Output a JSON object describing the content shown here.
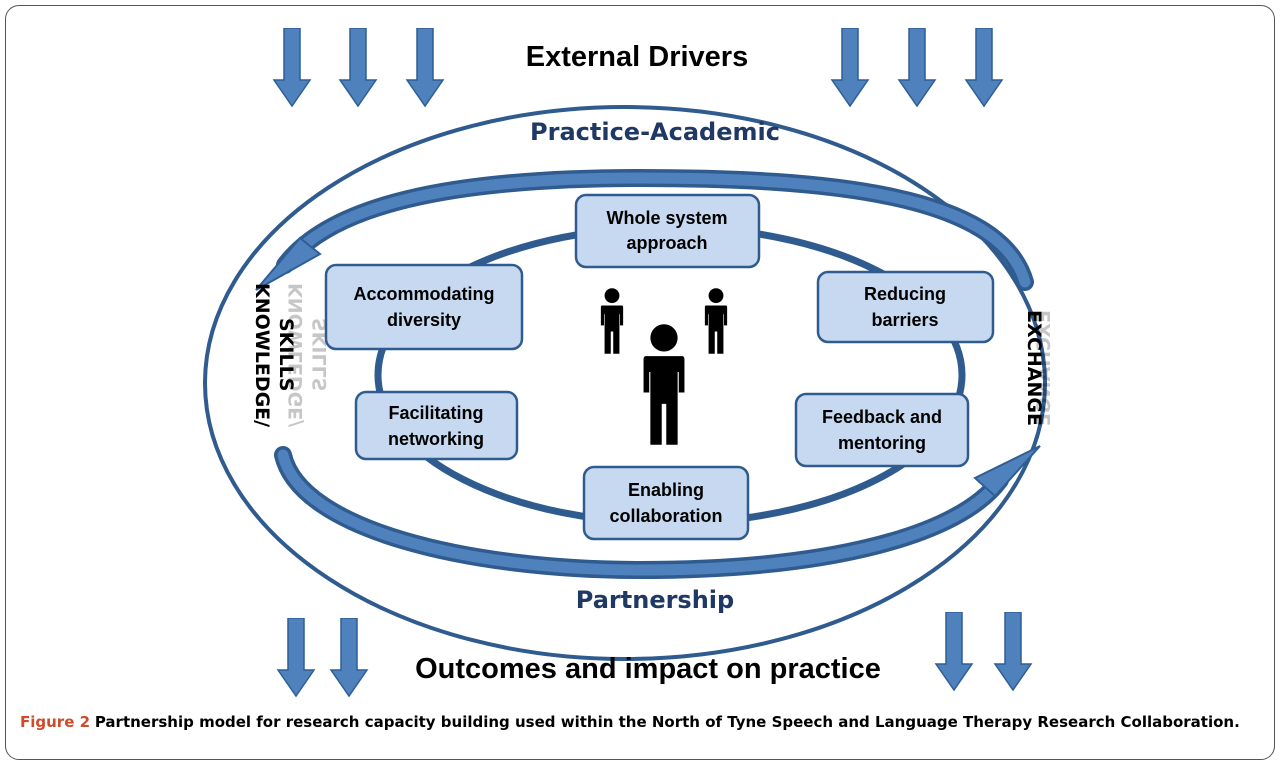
{
  "diagram": {
    "external_drivers": "External Drivers",
    "outcomes": "Outcomes and impact on practice",
    "outer_ring_top": "Practice-Academic",
    "outer_ring_bottom": "Partnership",
    "left_side": [
      "KNOWLEDGE/",
      "SKILLS"
    ],
    "right_side": "EXCHANGE",
    "boxes": {
      "whole_system": [
        "Whole system",
        "approach"
      ],
      "accommodating": [
        "Accommodating",
        "diversity"
      ],
      "reducing": [
        "Reducing",
        "barriers"
      ],
      "facilitating": [
        "Facilitating",
        "networking"
      ],
      "feedback": [
        "Feedback and",
        "mentoring"
      ],
      "enabling": [
        "Enabling",
        "collaboration"
      ]
    }
  },
  "caption": {
    "label": "Figure 2",
    "text": "Partnership model for research capacity building used within the North of Tyne Speech and Language Therapy Research Collaboration."
  },
  "colors": {
    "arrow_fill": "#4f81bd",
    "arrow_stroke": "#2e5e95",
    "ring": "#2f5b8f",
    "box_fill": "#c6d9f1",
    "box_stroke": "#2f5b8f",
    "ring_text": "#1f3864"
  },
  "icons": [
    "arrow-down-icon",
    "person-icon",
    "curved-arrow-icon"
  ]
}
